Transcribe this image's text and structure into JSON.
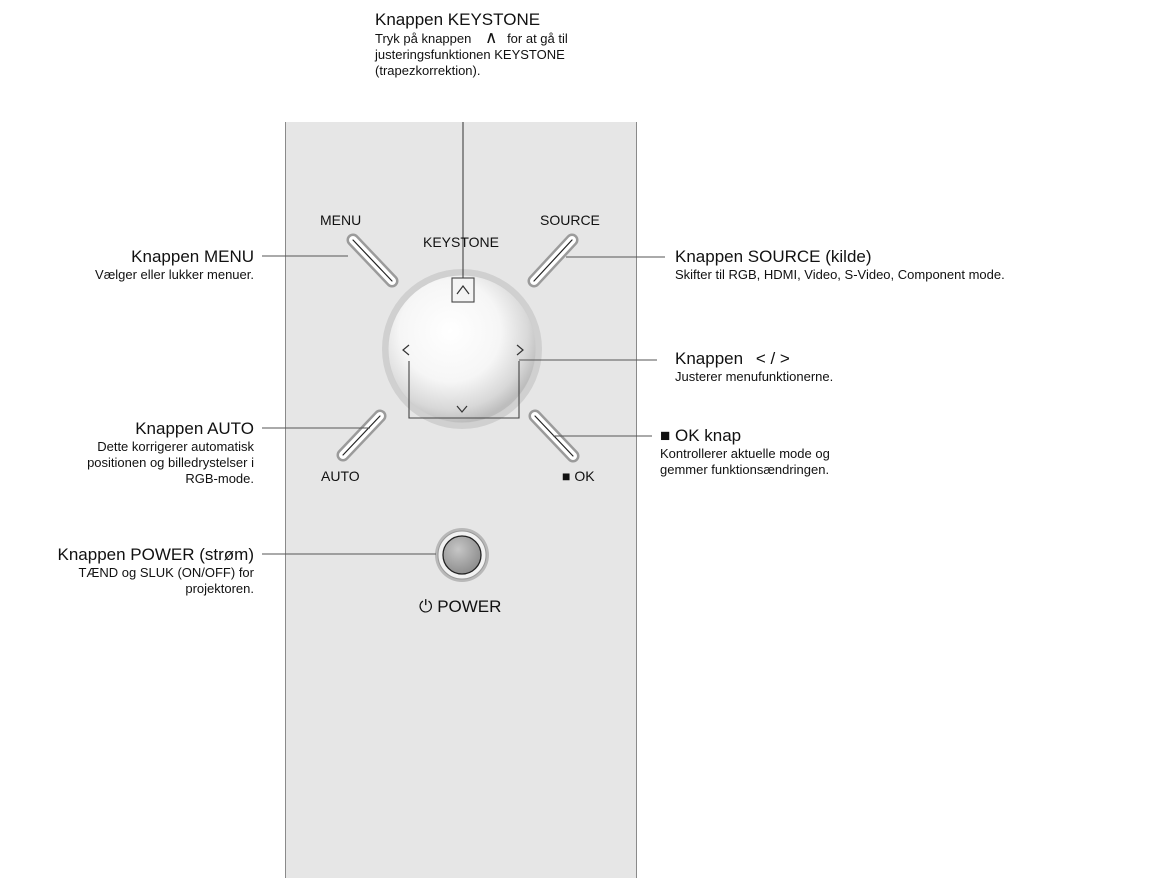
{
  "panel_labels": {
    "menu": "MENU",
    "keystone": "KEYSTONE",
    "source": "SOURCE",
    "auto": "AUTO",
    "ok": "■ OK",
    "power_icon": "⏻",
    "power": "POWER",
    "arrow_up": "^",
    "arrow_left": "<",
    "arrow_right": ">",
    "arrow_down": "v"
  },
  "callouts": {
    "keystone": {
      "title": "Knappen KEYSTONE",
      "line1_pre": "Tryk på knappen",
      "line1_glyph": "∧",
      "line1_post": "for at gå til",
      "line2": "justeringsfunktionen KEYSTONE",
      "line3": "(trapezkorrektion)."
    },
    "menu": {
      "title": "Knappen MENU",
      "desc": "Vælger eller lukker menuer."
    },
    "source": {
      "title": "Knappen SOURCE (kilde)",
      "desc": "Skifter til RGB, HDMI, Video, S-Video, Component mode."
    },
    "arrows": {
      "title_prefix": "Knappen",
      "title_glyphs": "< / >",
      "desc": "Justerer menufunktionerne."
    },
    "auto": {
      "title": "Knappen AUTO",
      "line1": "Dette korrigerer automatisk",
      "line2": "positionen og billedrystelser i",
      "line3": "RGB-mode."
    },
    "ok": {
      "title": "■ OK knap",
      "line1": "Kontrollerer aktuelle mode og",
      "line2": "gemmer funktionsændringen."
    },
    "power": {
      "title": "Knappen POWER (strøm)",
      "line1": "TÆND og SLUK (ON/OFF) for",
      "line2": "projektoren."
    }
  },
  "colors": {
    "panel_fill": "#e6e6e6",
    "panel_border": "#8a8a8a",
    "leader_line": "#555555",
    "power_button": "#9a9a9a"
  }
}
